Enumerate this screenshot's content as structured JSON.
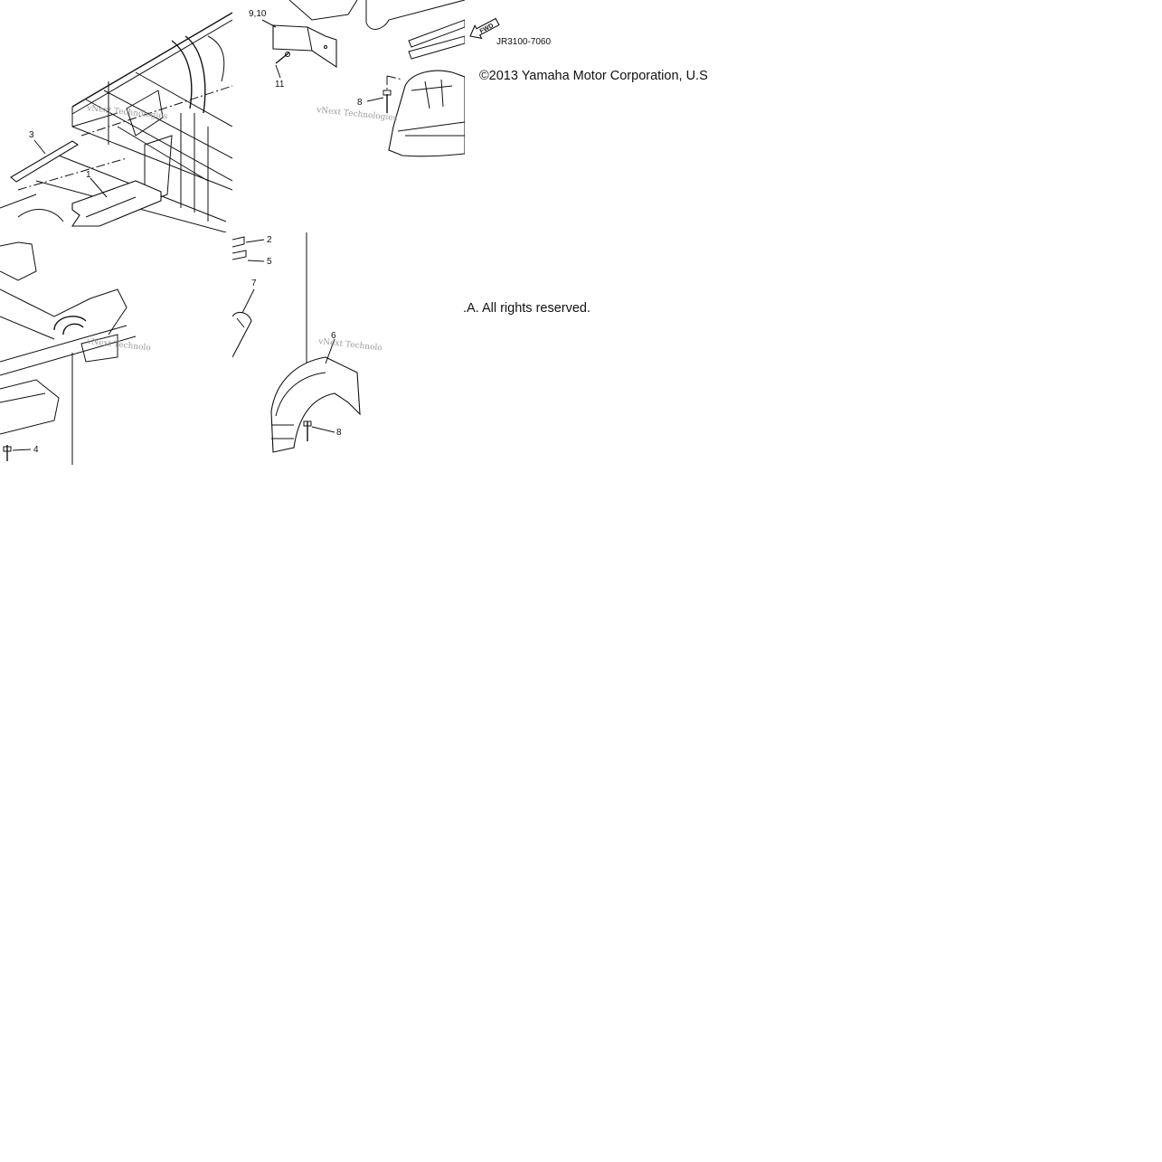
{
  "diagram": {
    "part_code": "JR3100-7060",
    "copyright_line1": "©2013 Yamaha Motor Corporation, U.S",
    "copyright_line2": ".A. All rights reserved.",
    "fwd_label": "FWD",
    "watermark": "vNext Technologies",
    "watermark_cropped": "vNext Technolo",
    "callouts": [
      "9,10",
      "11",
      "3",
      "1",
      "8",
      "2",
      "5",
      "7",
      "6",
      "8",
      "4"
    ]
  }
}
